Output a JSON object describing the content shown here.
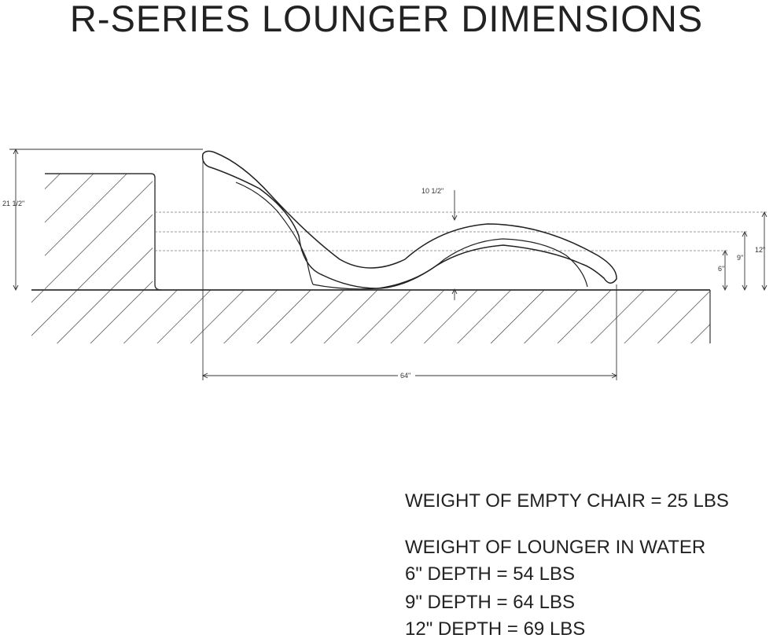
{
  "title": "R-SERIES LOUNGER DIMENSIONS",
  "dimensions": {
    "step_height": "21 1/2\"",
    "seat_depth": "10 1/2\"",
    "depth_12": "12\"",
    "depth_9": "9\"",
    "depth_6": "6\"",
    "length": "64\""
  },
  "specs": {
    "empty_weight": "WEIGHT OF EMPTY CHAIR = 25 LBS",
    "water_heading": "WEIGHT OF LOUNGER IN WATER",
    "depth_6": "6\" DEPTH = 54 LBS",
    "depth_9": "9\" DEPTH = 64 LBS",
    "depth_12": "12\" DEPTH = 69 LBS"
  }
}
